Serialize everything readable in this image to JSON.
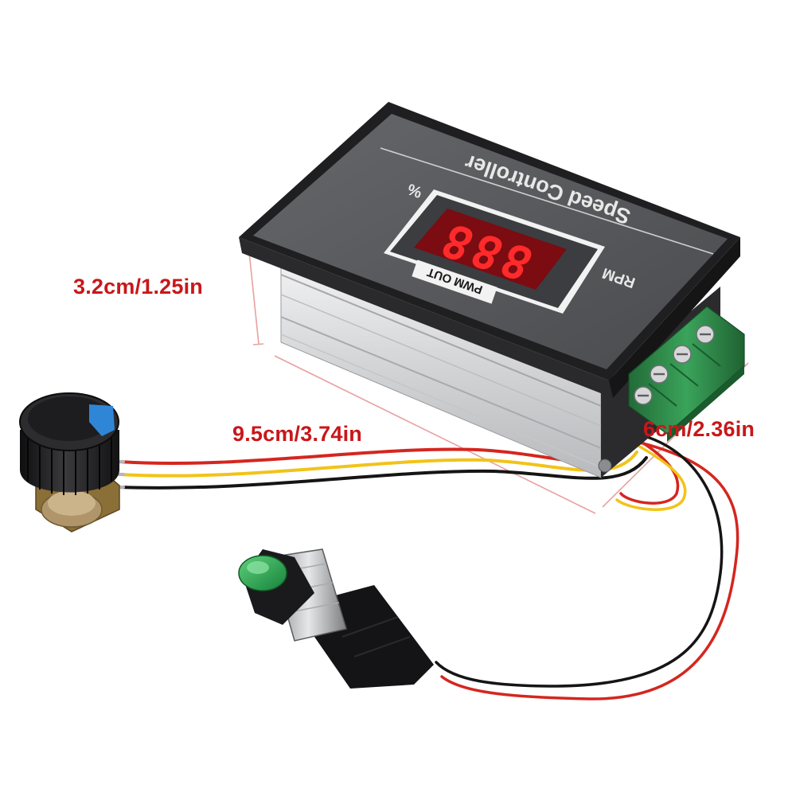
{
  "dimensions": {
    "height": "3.2cm/1.25in",
    "length": "9.5cm/3.74in",
    "width": "6cm/2.36in"
  },
  "device": {
    "title": "Speed Controller",
    "unit_percent": "%",
    "unit_rpm": "RPM",
    "output_tag": "PWM OUT",
    "display_digits": "888"
  },
  "colors": {
    "dimension_text": "#c8171a",
    "dimension_line": "#e8a0a0",
    "face": "#545558",
    "bezel": "#1f1f21",
    "display_bg": "#7a0c12",
    "digit": "#ff2a2a",
    "heatsink": "#d9dadc",
    "terminal": "#2f8a4a",
    "knob": "#1b1b1d",
    "knob_marker": "#2f86d6",
    "button_cap": "#27a64a",
    "wire_red": "#d4261f",
    "wire_yellow": "#f2c318",
    "wire_black": "#151515"
  }
}
